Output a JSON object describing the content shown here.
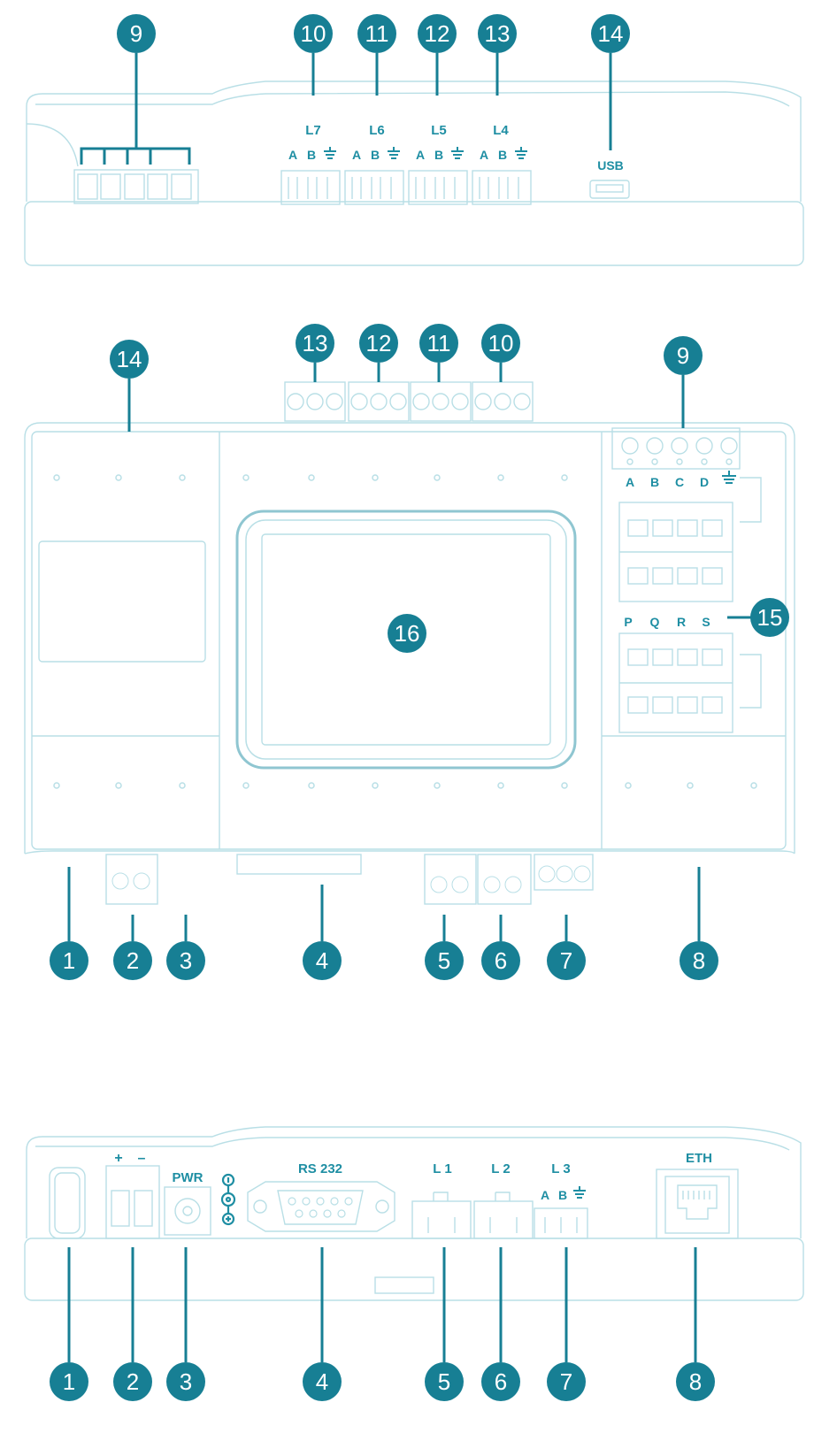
{
  "colors": {
    "accent": "#177f94",
    "outline": "#b9dfe6",
    "label": "#1e8ea3"
  },
  "top_view": {
    "callouts": [
      "9",
      "10",
      "11",
      "12",
      "13",
      "14"
    ],
    "port_labels": [
      "L7",
      "L6",
      "L5",
      "L4"
    ],
    "pin_labels": [
      "A",
      "B"
    ],
    "usb_label": "USB"
  },
  "front_view": {
    "top_callouts": [
      "13",
      "12",
      "11",
      "10",
      "9",
      "14"
    ],
    "right_callouts": [
      "15"
    ],
    "screen_callout": "16",
    "bottom_callouts": [
      "1",
      "2",
      "3",
      "4",
      "5",
      "6",
      "7",
      "8"
    ],
    "terminal_labels": [
      "A",
      "B",
      "C",
      "D"
    ],
    "switch_labels": [
      "P",
      "Q",
      "R",
      "S"
    ]
  },
  "bottom_view": {
    "callouts": [
      "1",
      "2",
      "3",
      "4",
      "5",
      "6",
      "7",
      "8"
    ],
    "plus_label": "+",
    "minus_label": "–",
    "pwr_label": "PWR",
    "rs232_label": "RS 232",
    "l1_label": "L 1",
    "l2_label": "L 2",
    "l3_label": "L 3",
    "pin_labels": [
      "A",
      "B"
    ],
    "eth_label": "ETH"
  }
}
